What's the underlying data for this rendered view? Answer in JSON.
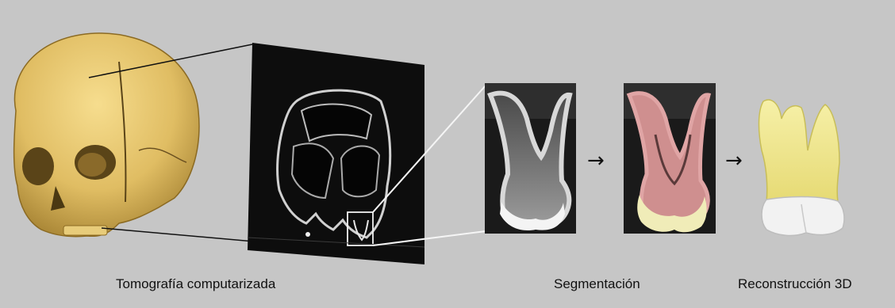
{
  "captions": {
    "ct": "Tomografía computarizada",
    "segmentation": "Segmentación",
    "reconstruction": "Reconstrucción 3D"
  },
  "arrows": [
    "→",
    "→"
  ],
  "colors": {
    "background": "#c6c6c6",
    "skull": "#e2c370",
    "ct_background": "#0d0d0d",
    "segmentation_pulp": "#cf8f8f",
    "segmentation_enamel": "#f0ecb8",
    "tooth_crown": "#f2f2f2",
    "tooth_root": "#f0e88a"
  },
  "icons": [
    "skull-3d-render",
    "ct-slice-image",
    "tooth-crop-grayscale",
    "tooth-crop-segmented",
    "tooth-3d-model"
  ]
}
